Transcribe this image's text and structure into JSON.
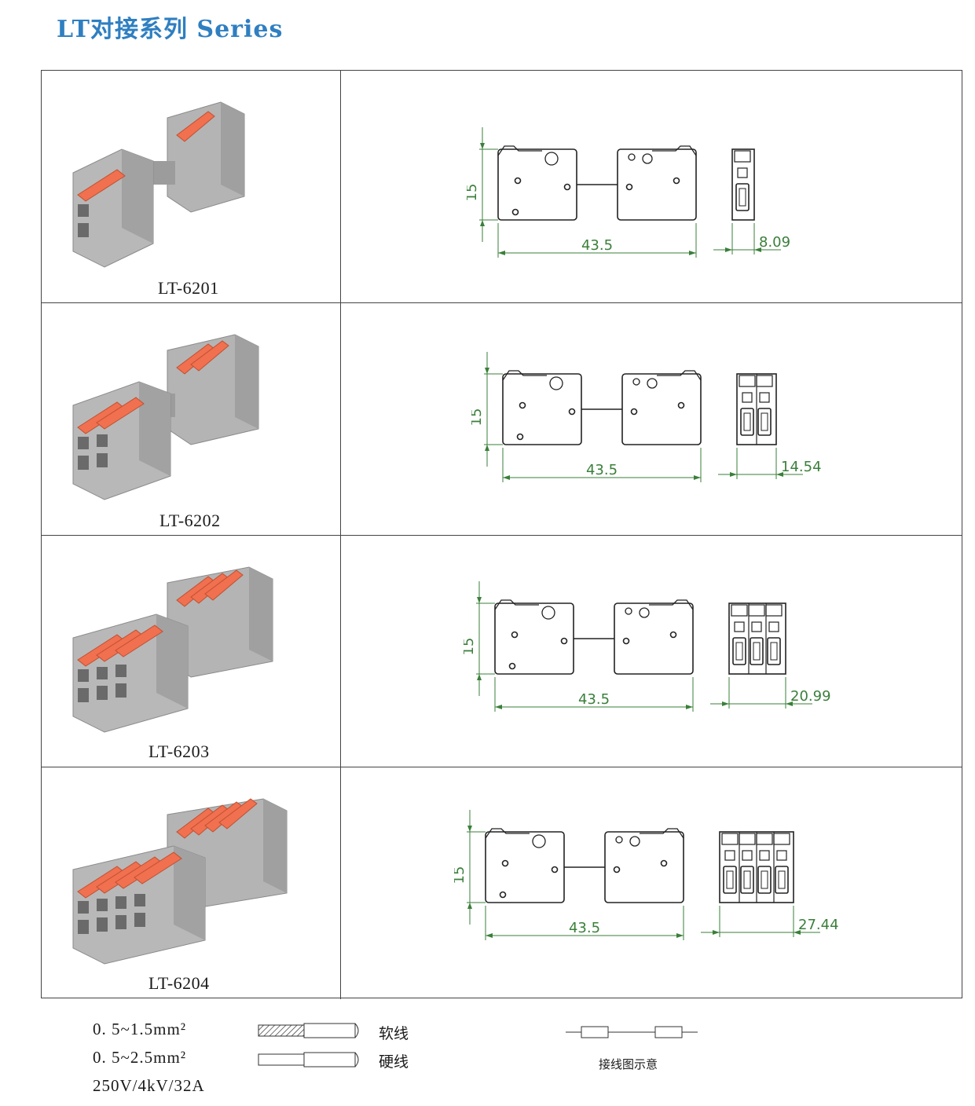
{
  "page": {
    "title": "LT对接系列 Series"
  },
  "products": [
    {
      "model": "LT-6201",
      "poles": 1,
      "height_dim": "15",
      "length_dim": "43.5",
      "width_dim": "8.09"
    },
    {
      "model": "LT-6202",
      "poles": 2,
      "height_dim": "15",
      "length_dim": "43.5",
      "width_dim": "14.54"
    },
    {
      "model": "LT-6203",
      "poles": 3,
      "height_dim": "15",
      "length_dim": "43.5",
      "width_dim": "20.99"
    },
    {
      "model": "LT-6204",
      "poles": 4,
      "height_dim": "15",
      "length_dim": "43.5",
      "width_dim": "27.44"
    }
  ],
  "footer": {
    "specs": [
      "0. 5~1.5mm²",
      "0. 5~2.5mm²",
      "250V/4kV/32A"
    ],
    "wire_types": [
      "软线",
      "硬线"
    ],
    "wiring_diagram_label": "接线图示意"
  },
  "colors": {
    "title": "#2f7fc1",
    "dimension_green": "#3a7f3a",
    "lever_orange": "#f07050",
    "housing_gray": "#9a9a9a"
  }
}
